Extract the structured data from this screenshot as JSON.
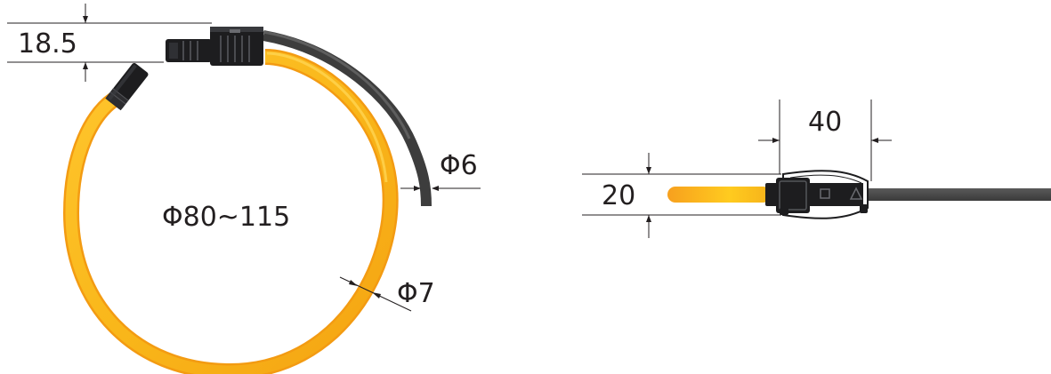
{
  "diagram": {
    "front_view": {
      "coil_diameter_label": "Φ80~115",
      "cable_diameter_label": "Φ6",
      "coil_thickness_label": "Φ7",
      "connector_height_label": "18.5"
    },
    "side_view": {
      "connector_length_label": "40",
      "connector_height_label": "20"
    },
    "colors": {
      "coil": "#f9b71a",
      "coil_edge": "#f39b12",
      "cable": "#4a4a4a",
      "connector": "#1d1d1f",
      "dimension_line": "#231f20"
    }
  }
}
